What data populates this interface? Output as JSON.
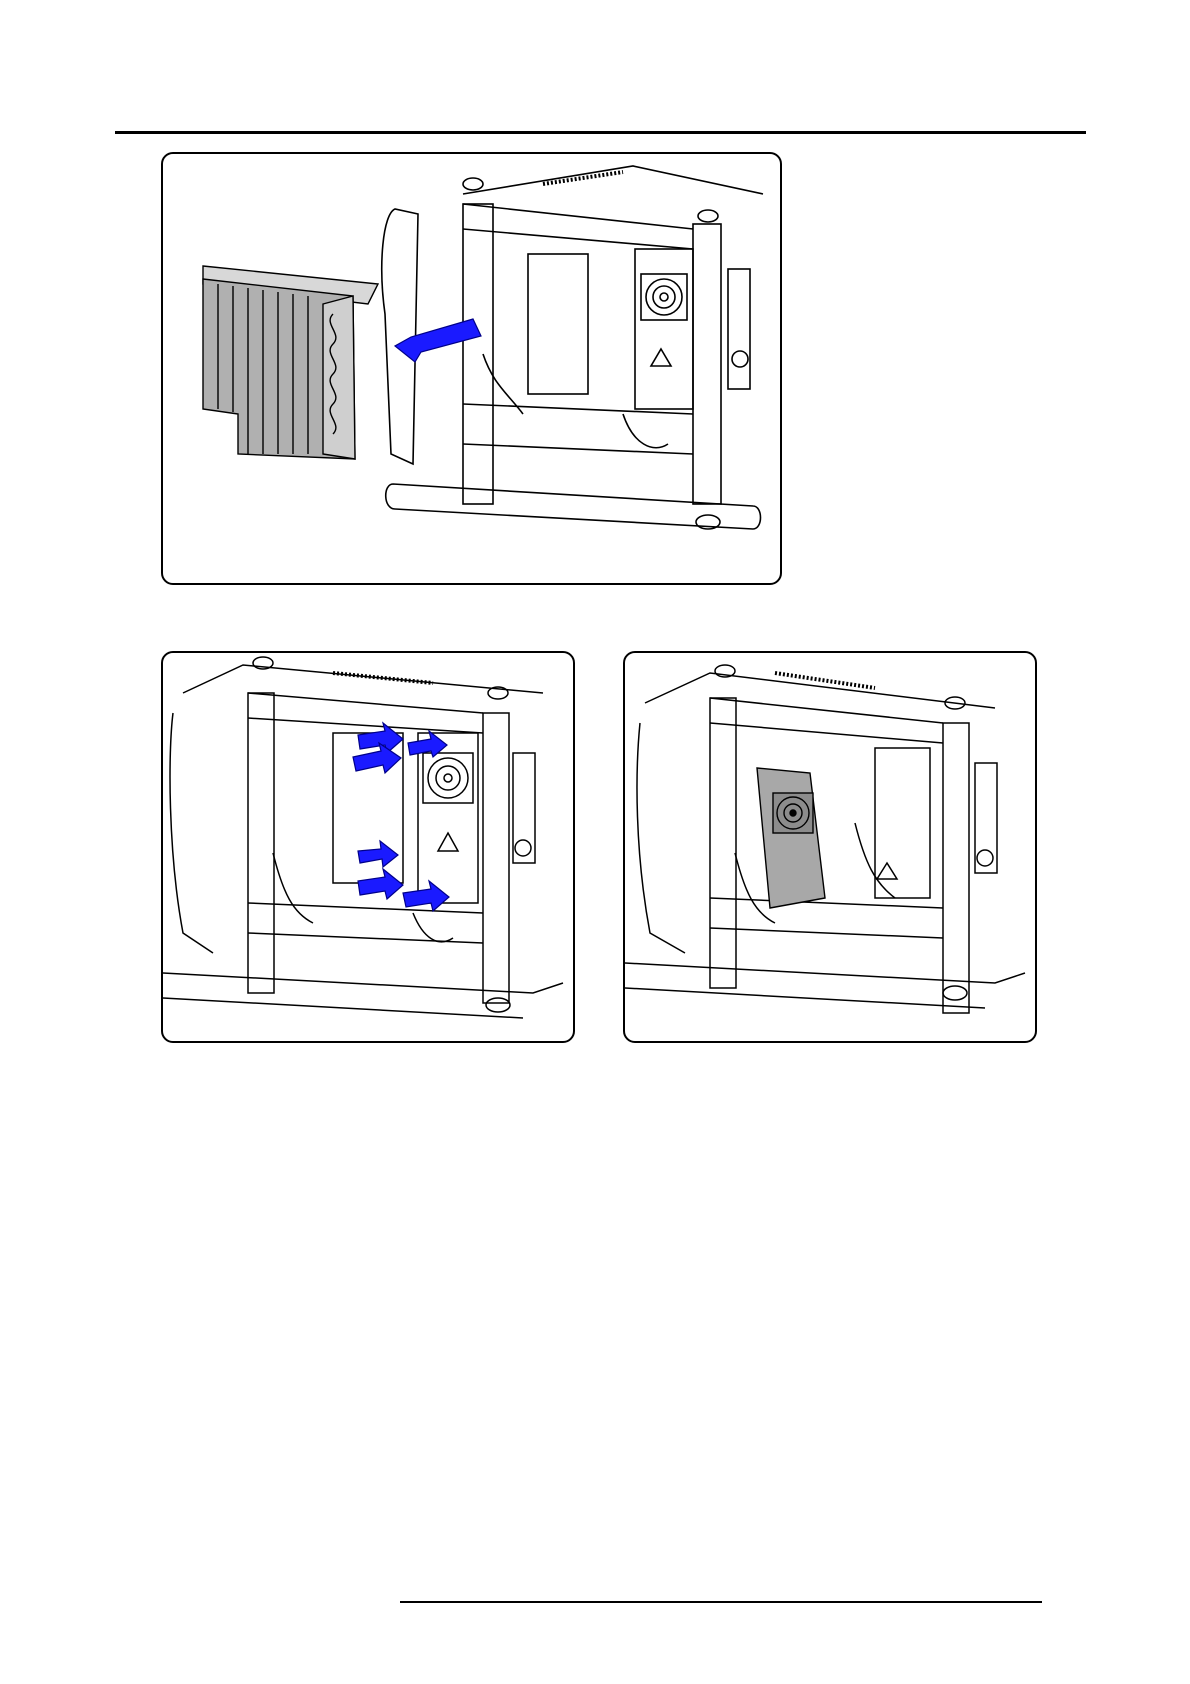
{
  "figures": [
    {
      "name": "remove-cover",
      "arrow_color": "#1a1aff"
    },
    {
      "name": "fan-cover-screws",
      "arrow_color": "#1a1aff",
      "arrow_count": 6
    },
    {
      "name": "fan-cover-removed"
    }
  ],
  "colors": {
    "line": "#000000",
    "arrow": "#1a1aff",
    "part_fill": "#b0b0b0"
  }
}
